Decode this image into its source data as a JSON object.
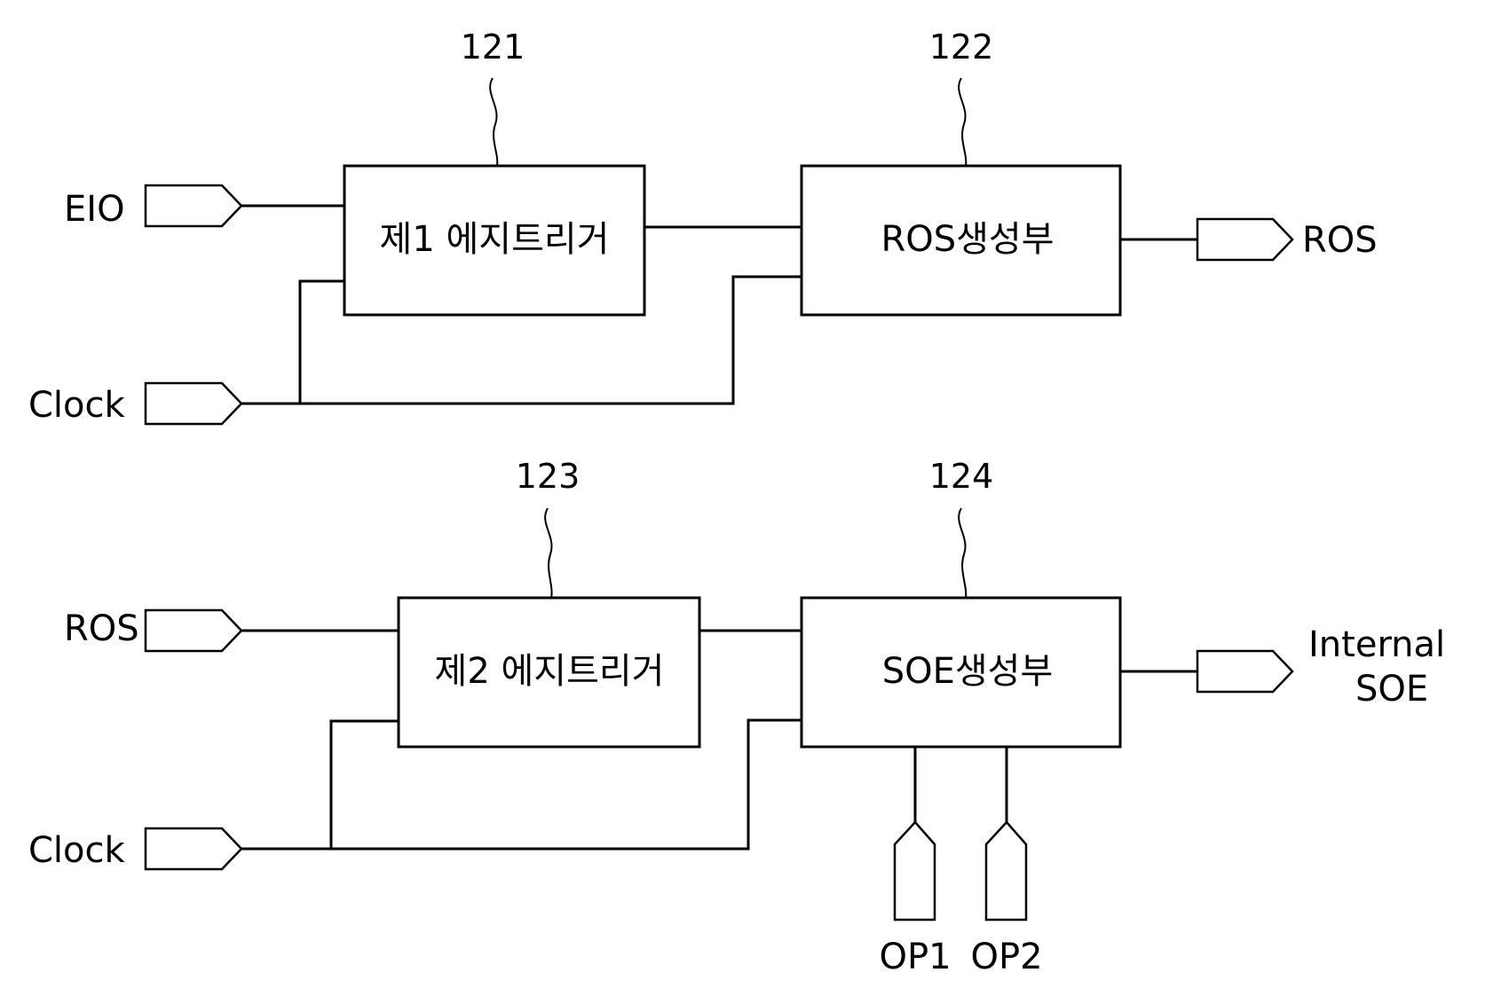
{
  "blocks": {
    "b121": {
      "ref": "121",
      "label": "제1 에지트리거"
    },
    "b122": {
      "ref": "122",
      "label": "ROS생성부"
    },
    "b123": {
      "ref": "123",
      "label": "제2 에지트리거"
    },
    "b124": {
      "ref": "124",
      "label": "SOE생성부"
    }
  },
  "ports": {
    "eio": "EIO",
    "clock_top": "Clock",
    "ros_out": "ROS",
    "ros_in": "ROS",
    "clock_bottom": "Clock",
    "internal_soe_line1": "Internal",
    "internal_soe_line2": "SOE",
    "op1": "OP1",
    "op2": "OP2"
  }
}
